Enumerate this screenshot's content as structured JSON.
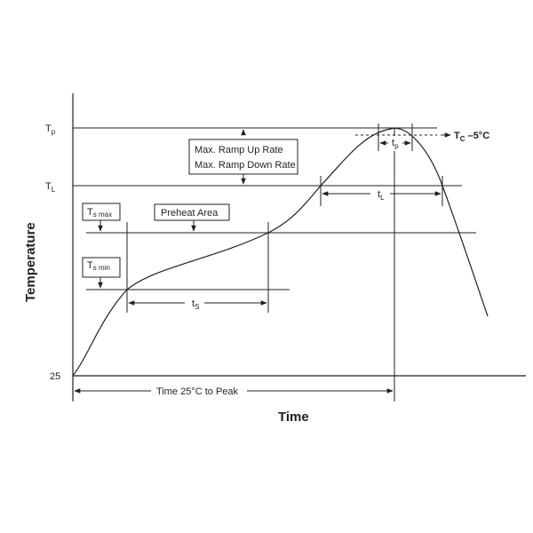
{
  "diagram": {
    "y_axis_title": "Temperature",
    "x_axis_title": "Time",
    "tick_tp": "T",
    "tick_tp_sub": "p",
    "tick_tl": "T",
    "tick_tl_sub": "L",
    "tick_25": "25",
    "ts_max_main": "T",
    "ts_max_sub": "s max",
    "ts_min_main": "T",
    "ts_min_sub": "s min",
    "preheat_label": "Preheat Area",
    "ramp_line1": "Max. Ramp Up Rate",
    "ramp_line2": "Max. Ramp Down Rate",
    "ts_span_main": "t",
    "ts_span_sub": "S",
    "tl_span_main": "t",
    "tl_span_sub": "L",
    "tp_span_main": "t",
    "tp_span_sub": "p",
    "tc_main": "T",
    "tc_sub": "C",
    "tc_suffix": " –5°C",
    "time_to_peak_label": "Time 25°C to Peak"
  }
}
